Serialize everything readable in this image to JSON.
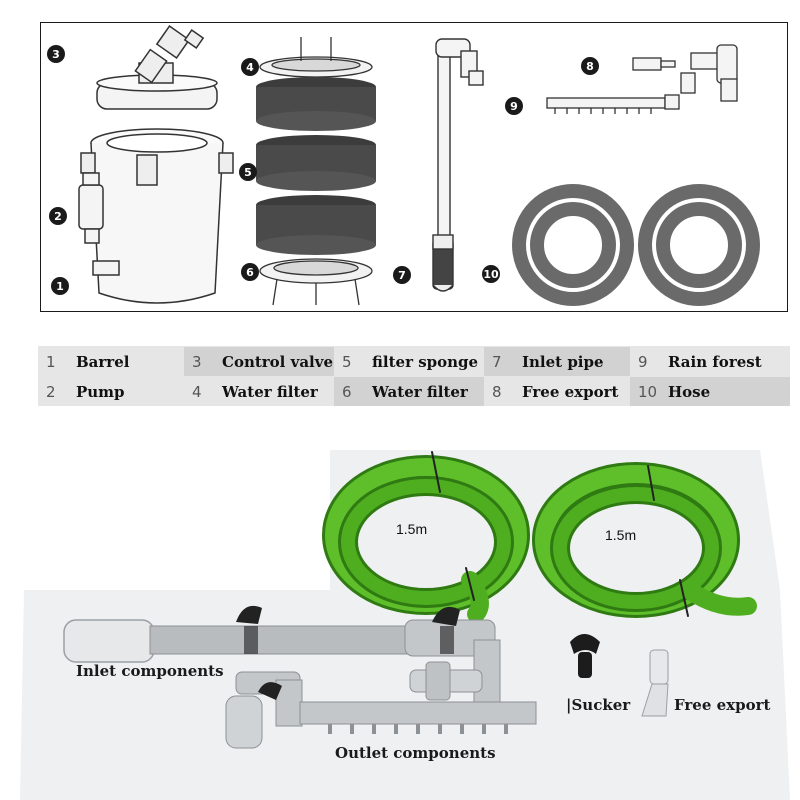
{
  "diagram": {
    "callouts": [
      "1",
      "2",
      "3",
      "4",
      "5",
      "6",
      "7",
      "8",
      "9",
      "10"
    ]
  },
  "legend": {
    "rows": [
      [
        {
          "num": "1",
          "label": "Barrel"
        },
        {
          "num": "3",
          "label": "Control valve"
        },
        {
          "num": "5",
          "label": "filter sponge"
        },
        {
          "num": "7",
          "label": "Inlet pipe"
        },
        {
          "num": "9",
          "label": "Rain forest"
        }
      ],
      [
        {
          "num": "2",
          "label": "Pump"
        },
        {
          "num": "4",
          "label": "Water filter"
        },
        {
          "num": "6",
          "label": "Water filter"
        },
        {
          "num": "8",
          "label": "Free export"
        },
        {
          "num": "10",
          "label": "Hose"
        }
      ]
    ]
  },
  "photo": {
    "hose_left_length": "1.5m",
    "hose_right_length": "1.5m",
    "inlet_label": "Inlet components",
    "outlet_label": "Outlet components",
    "sucker_label": "|Sucker",
    "free_export_label": "Free export"
  },
  "colors": {
    "hose_green": "#4fae1f",
    "hose_dark": "#2f7a12",
    "pipe_grey": "#b9bcbf",
    "legend_bg": "#e6e6e6",
    "legend_shade": "#d2d2d2"
  }
}
